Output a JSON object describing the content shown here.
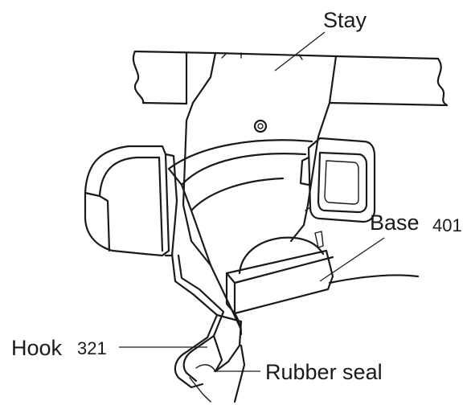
{
  "labels": {
    "stay": "Stay",
    "base": "Base",
    "base_number": "401",
    "hook": "Hook",
    "hook_number": "321",
    "rubber_seal": "Rubber seal"
  }
}
